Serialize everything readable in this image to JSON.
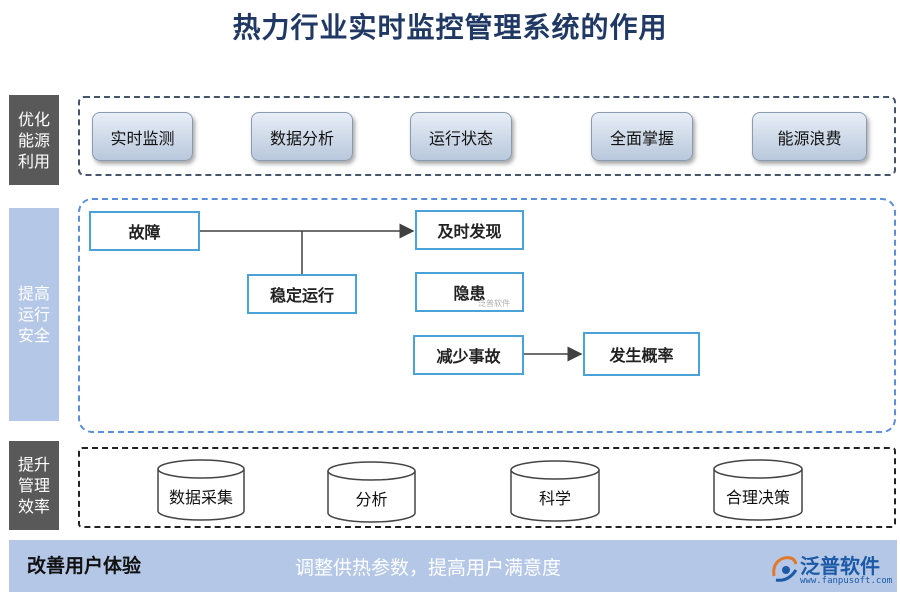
{
  "title": "热力行业实时监控管理系统的作用",
  "sections": {
    "optimize": {
      "label": "优化能源利用",
      "items": [
        "实时监测",
        "数据分析",
        "运行状态",
        "全面掌握",
        "能源浪费"
      ]
    },
    "safety": {
      "label": "提高运行安全",
      "nodes": {
        "fault": "故障",
        "discover": "及时发现",
        "stable": "稳定运行",
        "hazard": "隐患",
        "reduce": "减少事故",
        "probability": "发生概率"
      }
    },
    "management": {
      "label": "提升管理效率",
      "items": [
        "数据采集",
        "分析",
        "科学",
        "合理决策"
      ]
    }
  },
  "footer": {
    "left": "改善用户体验",
    "middle": "调整供热参数，提高用户满意度"
  },
  "logo": {
    "name": "泛普软件",
    "url": "www.fanpusoft.com",
    "watermark": "泛普软件"
  },
  "colors": {
    "title": "#1f3864",
    "side_dark": "#595959",
    "side_blue": "#b4c7e7",
    "node_border": "#4aa3d8",
    "frame_blue": "#5b8fd9",
    "logo": "#1c5aa8"
  }
}
